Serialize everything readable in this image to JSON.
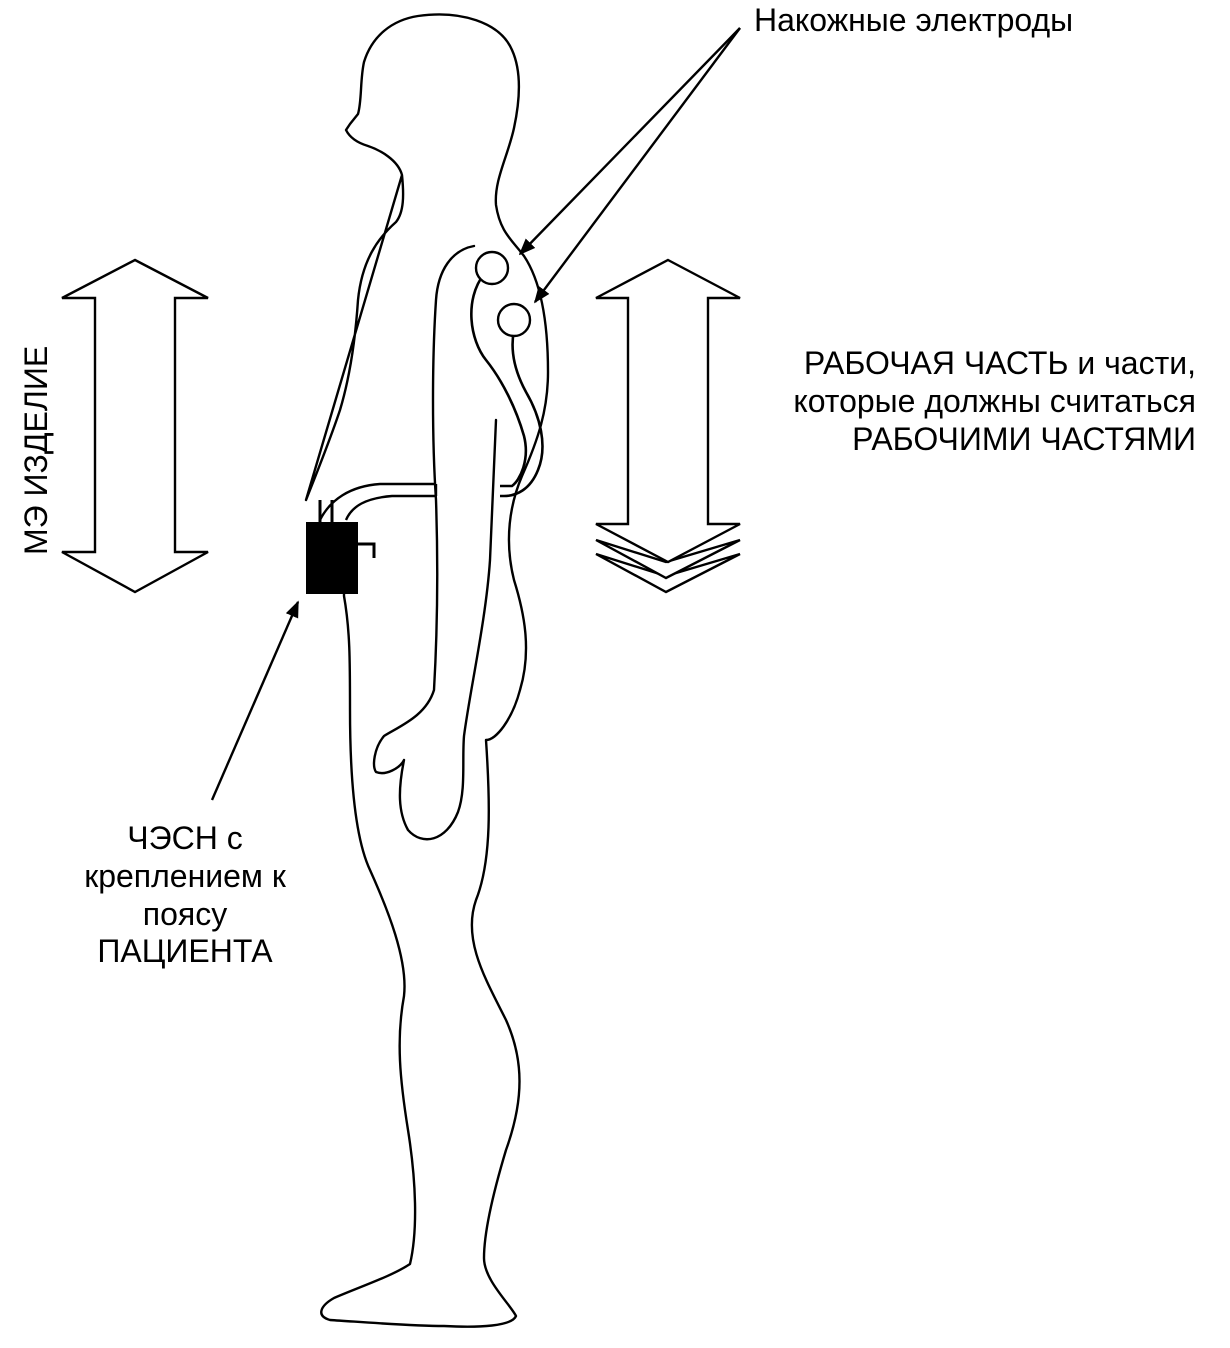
{
  "labels": {
    "electrodes": "Накожные электроды",
    "working_part": [
      "РАБОЧАЯ ЧАСТЬ и части,",
      "которые должны считаться",
      "РАБОЧИМИ ЧАСТЯМИ"
    ],
    "me_device": "МЭ ИЗДЕЛИЕ",
    "power_supply": [
      "ЧЭСН с",
      "креплением к",
      "поясу",
      "ПАЦИЕНТА"
    ]
  },
  "colors": {
    "line": "#000000",
    "background": "#ffffff",
    "device_fill": "#000000"
  }
}
